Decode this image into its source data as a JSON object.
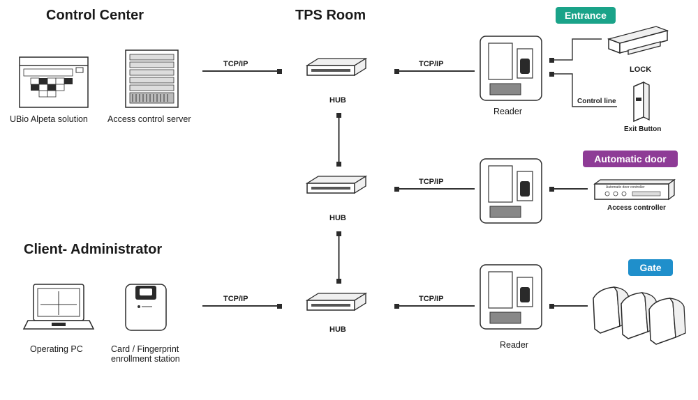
{
  "sections": {
    "control_center": "Control Center",
    "tps_room": "TPS Room",
    "client_admin": "Client- Administrator"
  },
  "devices": {
    "ubio": "UBio Alpeta solution",
    "server": "Access control server",
    "pc": "Operating PC",
    "station_line1": "Card / Fingerprint",
    "station_line2": "enrollment station",
    "hub": "HUB",
    "reader": "Reader",
    "lock": "LOCK",
    "exit_button": "Exit Button",
    "access_controller": "Access controller",
    "door_controller_label": "Automatic door controller"
  },
  "links": {
    "tcpip": "TCP/IP",
    "control_line": "Control line"
  },
  "badges": {
    "entrance": "Entrance",
    "automatic_door": "Automatic door",
    "gate": "Gate"
  },
  "colors": {
    "entrance": "#1aa389",
    "automatic_door": "#8e3b96",
    "gate": "#1f8fcb"
  }
}
